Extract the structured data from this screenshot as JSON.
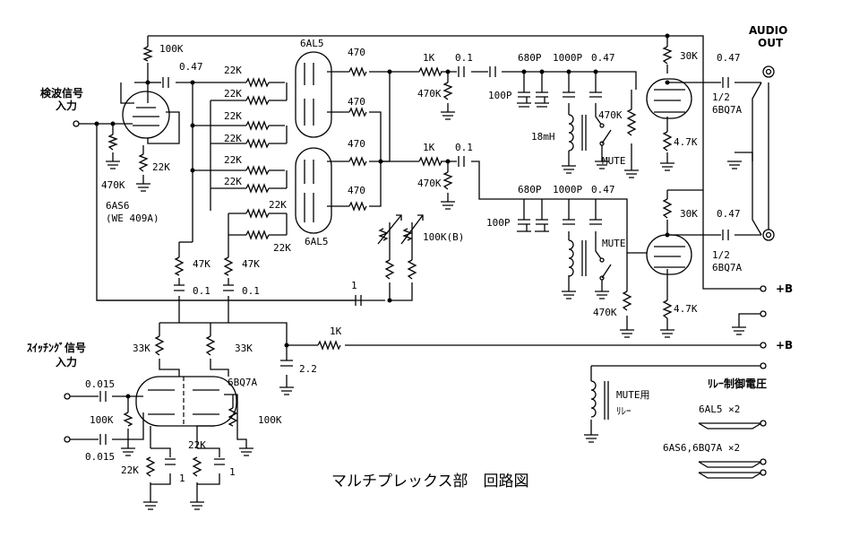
{
  "title": "マルチプレックス部　回路図",
  "inputs": {
    "detector": [
      "検波信号",
      "入力"
    ],
    "switching": [
      "ｽｲｯﾁﾝｸﾞ信号",
      "入力"
    ]
  },
  "outputs": {
    "audio": [
      "AUDIO",
      "OUT"
    ],
    "plus_b_1": "+B",
    "plus_b_2": "+B",
    "relay_voltage": "ﾘﾚｰ制御電圧",
    "mute_relay": [
      "MUTE用",
      "ﾘﾚｰ"
    ],
    "heater_1": "6AL5  ×2",
    "heater_2": "6AS6,6BQ7A  ×2"
  },
  "tubes": {
    "v1": [
      "6AS6",
      "(WE 409A)"
    ],
    "v2": "6AL5",
    "v3": "6AL5",
    "v4": "6BQ7A",
    "v5": [
      "1/2",
      "6BQ7A"
    ],
    "v6": [
      "1/2",
      "6BQ7A"
    ]
  },
  "parts": {
    "r100k_top": "100K",
    "c047_in": "0.47",
    "r470k_in": "470K",
    "r22k_cath": "22K",
    "r22k": "22K",
    "r470": "470",
    "r1k": "1K",
    "c01": "0.1",
    "c680p": "680P",
    "c1000p": "1000P",
    "c047": "0.47",
    "c100p": "100P",
    "l18mh": "18mH",
    "r470k": "470K",
    "mute": "MUTE",
    "r30k": "30K",
    "r47k_plate": "4.7K",
    "r47k": "47K",
    "c1": "1",
    "vr100k": "100K(B)",
    "r33k": "33K",
    "c22": "2.2",
    "c0015": "0.015",
    "r100k": "100K"
  }
}
